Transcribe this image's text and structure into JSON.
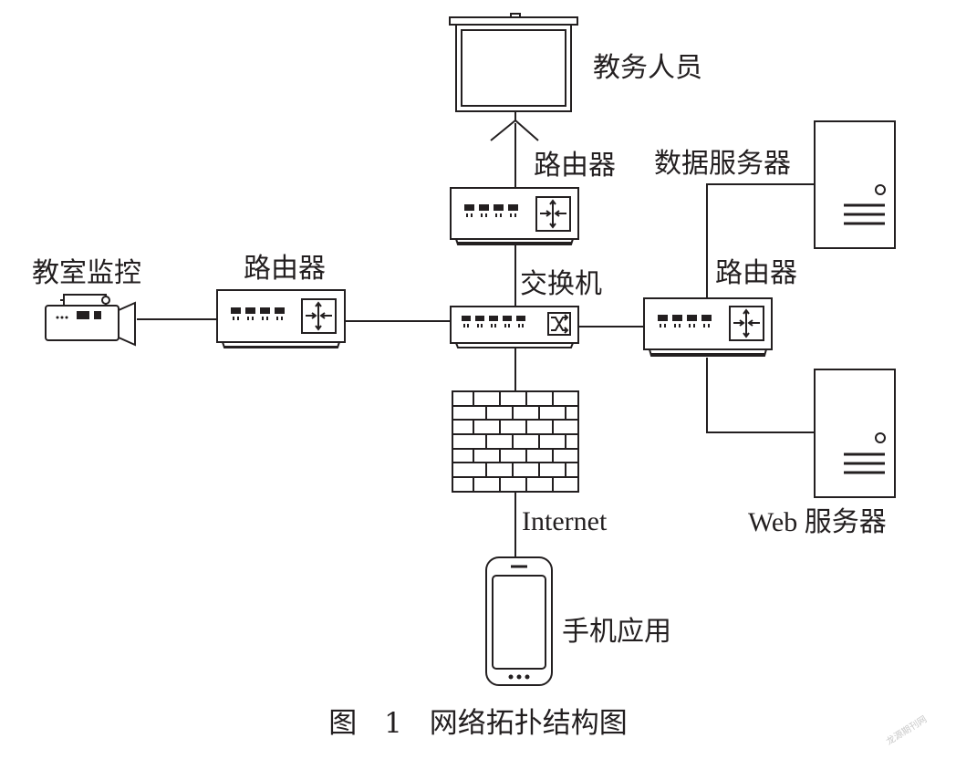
{
  "labels": {
    "staff": "教务人员",
    "router_top": "路由器",
    "db_server": "数据服务器",
    "classroom_monitor": "教室监控",
    "router_left": "路由器",
    "switch": "交换机",
    "router_right": "路由器",
    "internet": "Internet",
    "web_server": "Web 服务器",
    "mobile_app": "手机应用"
  },
  "caption": "图 1 网络拓扑结构图",
  "watermark": "龙源期刊网",
  "colors": {
    "stroke": "#231f20",
    "background": "#ffffff"
  }
}
